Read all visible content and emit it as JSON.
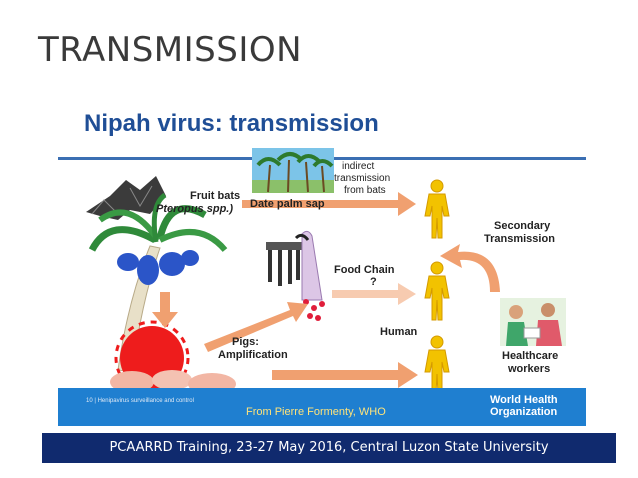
{
  "slide": {
    "title": "TRANSMISSION",
    "footer": "PCAARRD Training, 23-27 May 2016, Central Luzon State University"
  },
  "figure": {
    "title": "Nipah virus: transmission",
    "labels": {
      "fruit_bats": "Fruit bats",
      "pteropus": "Pteropus spp.)",
      "indirect": [
        "indirect",
        "transmission",
        "from bats"
      ],
      "date_palm": "Date palm sap",
      "secondary": [
        "Secondary",
        "Transmission"
      ],
      "food_chain": "Food Chain",
      "question": "?",
      "human": "Human",
      "pigs": [
        "Pigs:",
        "Amplification"
      ],
      "healthcare": [
        "Healthcare",
        "workers"
      ],
      "citation": "10 | Henipavirus surveillance and control",
      "credit": "From Pierre Formenty, WHO",
      "who": [
        "World Health",
        "Organization"
      ]
    },
    "colors": {
      "title": "#1f4e96",
      "arrow": "#f0a070",
      "human": "#f2c200",
      "footer_bar": "#1f7fd0",
      "bottom_band": "#102a6e"
    }
  }
}
